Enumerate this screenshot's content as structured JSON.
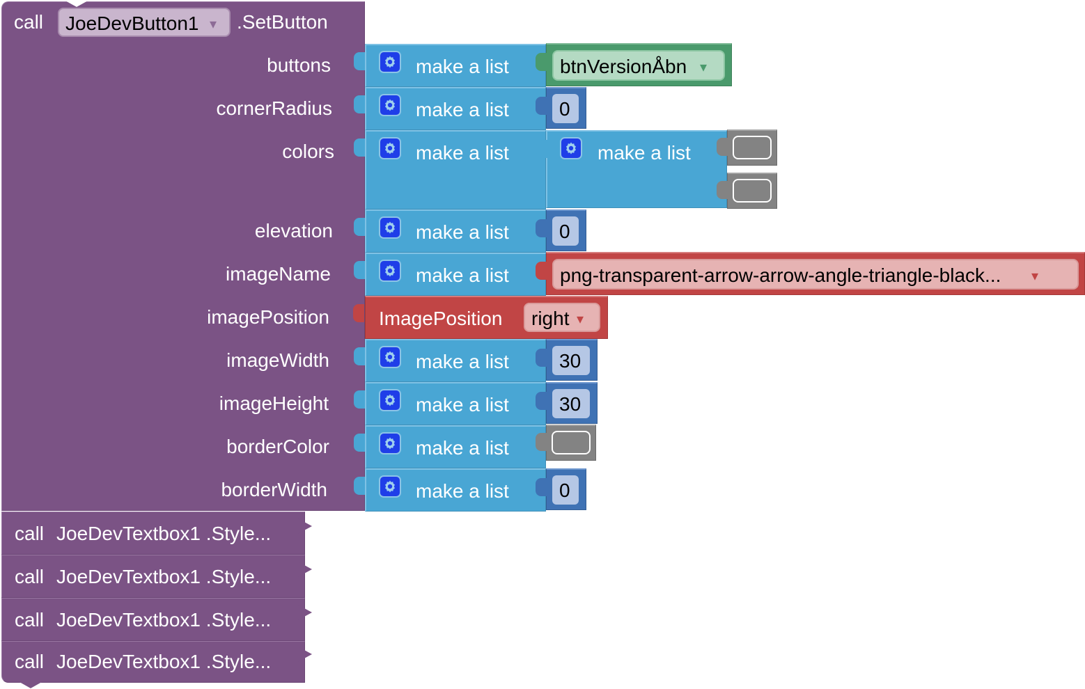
{
  "main_block": {
    "call_label": "call",
    "component": "JoeDevButton1",
    "method": ".SetButton",
    "params": [
      {
        "label": "buttons"
      },
      {
        "label": "cornerRadius"
      },
      {
        "label": "colors"
      },
      {
        "label": "elevation"
      },
      {
        "label": "imageName"
      },
      {
        "label": "imagePosition"
      },
      {
        "label": "imageWidth"
      },
      {
        "label": "imageHeight"
      },
      {
        "label": "borderColor"
      },
      {
        "label": "borderWidth"
      }
    ]
  },
  "list_label": "make a list",
  "values": {
    "buttons": "btnVersionÅbn",
    "cornerRadius": "0",
    "elevation": "0",
    "imageName": "png-transparent-arrow-arrow-angle-triangle-black...",
    "imagePosition_block": "ImagePosition",
    "imagePosition": "right",
    "imageWidth": "30",
    "imageHeight": "30",
    "borderWidth": "0"
  },
  "dropdown_arrow": "▾",
  "collapsed_blocks": [
    {
      "call": "call",
      "text": "JoeDevTextbox1 .Style..."
    },
    {
      "call": "call",
      "text": "JoeDevTextbox1 .Style..."
    },
    {
      "call": "call",
      "text": "JoeDevTextbox1 .Style..."
    },
    {
      "call": "call",
      "text": "JoeDevTextbox1 .Style..."
    }
  ],
  "colors": {
    "procedure": "#7b5385",
    "list": "#49a6d4",
    "number": "#3f72b4",
    "color_block": "#838383",
    "component_green": "#4a9a6c",
    "asset_red": "#c14545"
  }
}
